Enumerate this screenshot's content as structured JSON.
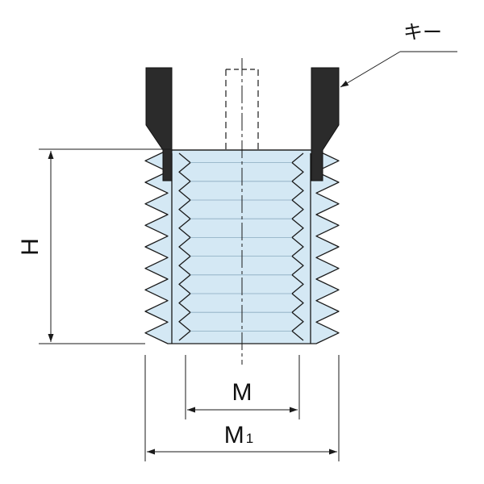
{
  "labels": {
    "key": "キー",
    "height": "H",
    "inner_diameter": "M",
    "outer_diameter_main": "M",
    "outer_diameter_sub": "1"
  },
  "colors": {
    "insert_fill": "#d4e8f4",
    "insert_stroke": "#1a1a1a",
    "tang_fill": "#2b2b2b",
    "dimension_line": "#1a1a1a"
  }
}
